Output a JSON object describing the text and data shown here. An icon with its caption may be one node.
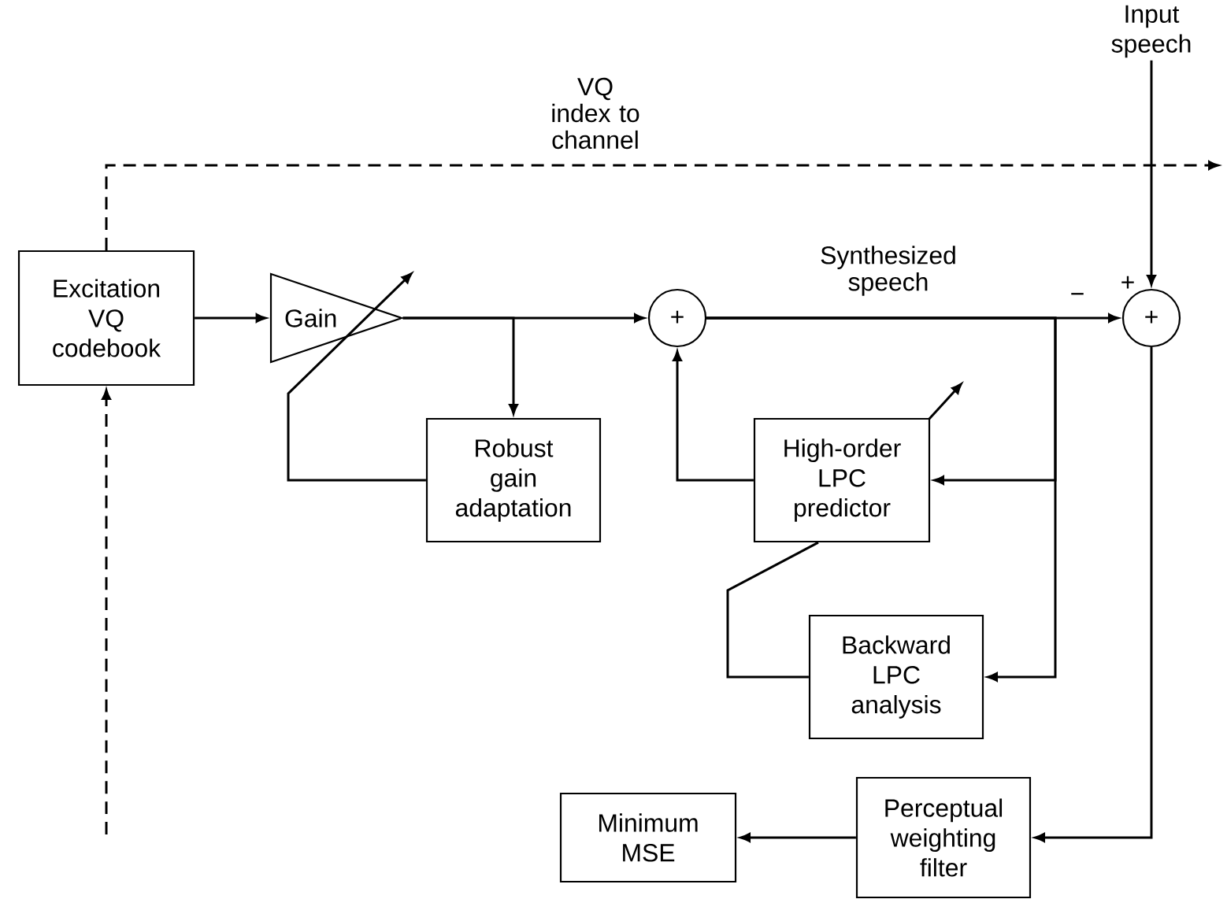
{
  "diagram": {
    "nodes": [
      {
        "text": [
          "Excitation VQ codebook"
        ]
      },
      {
        "text": [
          "Gain"
        ]
      },
      {
        "text": [
          "Robust gain adaptation"
        ]
      },
      {
        "text": [
          "+"
        ]
      },
      {
        "text": [
          "High-order LPC predictor"
        ]
      },
      {
        "text": [
          "Backward LPC analysis"
        ]
      },
      {
        "text": [
          "+"
        ],
        "beside": [
          "+",
          "−"
        ]
      },
      {
        "text": [
          "Perceptual weighting filter"
        ]
      },
      {
        "text": [
          "Minimum MSE"
        ]
      },
      {
        "text": [
          "Input speech"
        ]
      }
    ],
    "edges": [
      {
        "from": 0,
        "to": 1,
        "arrow": "to"
      },
      {
        "from": 1,
        "to": 3,
        "arrow": "to"
      },
      {
        "from": 1,
        "to": 2,
        "arrow": "to"
      },
      {
        "from": 2,
        "to": 1,
        "arrow": "to"
      },
      {
        "from": 3,
        "to": 6,
        "arrow": "to",
        "label": "Synthesized speech"
      },
      {
        "from": 3,
        "to": 4,
        "arrow": "to"
      },
      {
        "from": 3,
        "to": 5,
        "arrow": "to"
      },
      {
        "from": 4,
        "to": 3,
        "arrow": "to"
      },
      {
        "from": 5,
        "to": 4,
        "arrow": "none"
      },
      {
        "from": 9,
        "to": 6,
        "arrow": "to"
      },
      {
        "from": 6,
        "to": 7,
        "arrow": "to"
      },
      {
        "from": 7,
        "to": 8,
        "arrow": "to"
      },
      {
        "from": 0,
        "to": null,
        "arrow": "to",
        "style": "dashed",
        "label": "VQ index to channel"
      },
      {
        "from": null,
        "to": 0,
        "arrow": "to",
        "style": "dashed"
      }
    ]
  }
}
